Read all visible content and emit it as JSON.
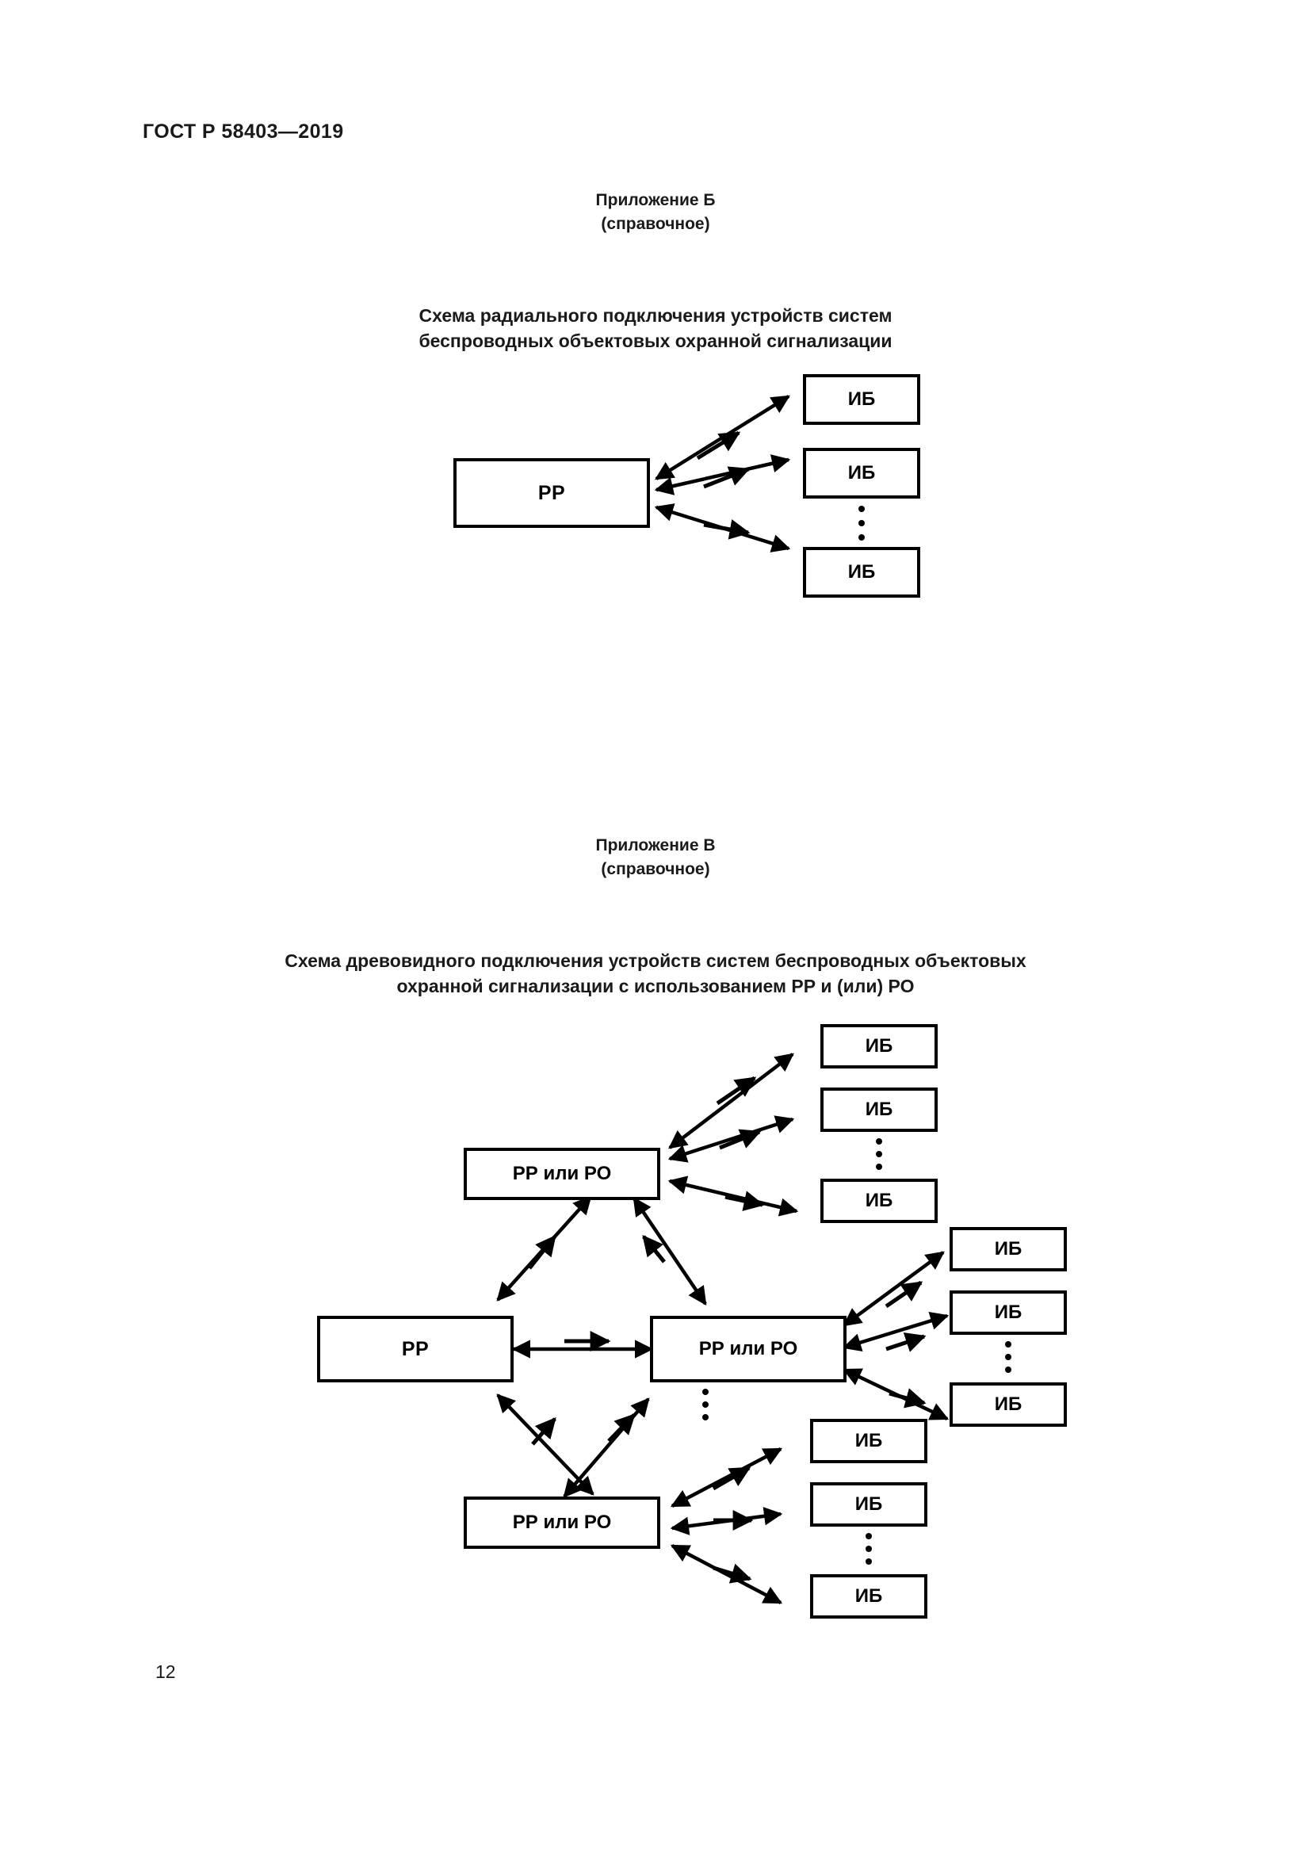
{
  "document": {
    "standard_header": "ГОСТ Р 58403—2019",
    "page_number": "12"
  },
  "appendix_b": {
    "label_line1": "Приложение Б",
    "label_line2": "(справочное)",
    "title_line1": "Схема радиального подключения устройств систем",
    "title_line2": "беспроводных объектовых охранной сигнализации",
    "nodes": {
      "hub": "РР",
      "leaf_1": "ИБ",
      "leaf_2": "ИБ",
      "leaf_3": "ИБ"
    },
    "ellipsis": "⋮"
  },
  "appendix_v": {
    "label_line1": "Приложение В",
    "label_line2": "(справочное)",
    "title_line1": "Схема древовидного подключения устройств систем беспроводных объектовых",
    "title_line2": "охранной сигнализации с использованием РР и (или) РО",
    "nodes": {
      "top_hub": "РР или РО",
      "center_left": "РР",
      "center_hub": "РР или РО",
      "bottom_hub": "РР или РО",
      "top_leaf_1": "ИБ",
      "top_leaf_2": "ИБ",
      "top_leaf_3": "ИБ",
      "right_leaf_1": "ИБ",
      "right_leaf_2": "ИБ",
      "right_leaf_3": "ИБ",
      "bottom_leaf_1": "ИБ",
      "bottom_leaf_2": "ИБ",
      "bottom_leaf_3": "ИБ"
    },
    "ellipsis": "⋮"
  },
  "colors": {
    "ink": "#000000",
    "paper": "#ffffff"
  }
}
